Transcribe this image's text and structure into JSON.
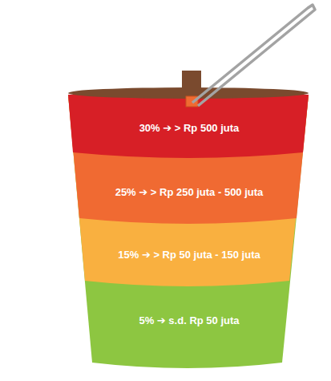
{
  "diagram": {
    "nodes": [
      {
        "text": [
          "30% ➔ > Rp 500 juta"
        ]
      },
      {
        "text": [
          "25% ➔ > Rp 250 juta - 500 juta"
        ]
      },
      {
        "text": [
          "15% ➔ > Rp 50 juta - 150 juta"
        ]
      },
      {
        "text": [
          "5% ➔ s.d. Rp 50 juta"
        ]
      }
    ]
  }
}
